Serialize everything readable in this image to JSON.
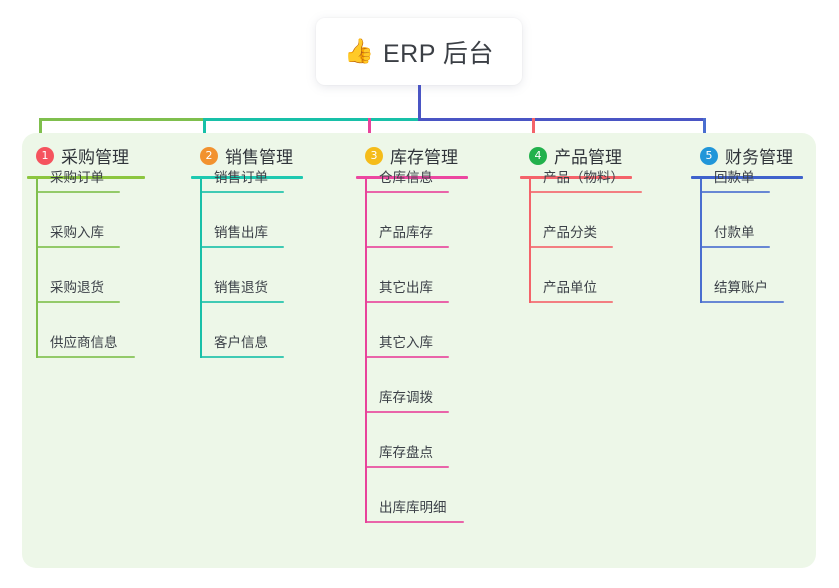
{
  "title": {
    "icon": "thumbs-up",
    "icon_glyph": "👍",
    "text": "ERP 后台"
  },
  "panel": {
    "background": "#edf7e8"
  },
  "connector": {
    "root_color": "#4a55c4",
    "segments": [
      {
        "color": "#7fbf4d"
      },
      {
        "color": "#18c0a8"
      },
      {
        "color": "#4a55c4"
      }
    ]
  },
  "columns": [
    {
      "index": "1",
      "badge": "1",
      "badge_color": "#f5535e",
      "title": "采购管理",
      "color": "#7fbf4d",
      "rule_color": "#8cc63f",
      "items": [
        {
          "label": "采购订单"
        },
        {
          "label": "采购入库"
        },
        {
          "label": "采购退货"
        },
        {
          "label": "供应商信息"
        }
      ]
    },
    {
      "index": "2",
      "badge": "2",
      "badge_color": "#f2922f",
      "title": "销售管理",
      "color": "#18c0a8",
      "rule_color": "#1ec9b0",
      "items": [
        {
          "label": "销售订单"
        },
        {
          "label": "销售出库"
        },
        {
          "label": "销售退货"
        },
        {
          "label": "客户信息"
        }
      ]
    },
    {
      "index": "3",
      "badge": "3",
      "badge_color": "#f5bc1a",
      "title": "库存管理",
      "color": "#e8439b",
      "rule_color": "#ec47a0",
      "items": [
        {
          "label": "仓库信息"
        },
        {
          "label": "产品库存"
        },
        {
          "label": "其它出库"
        },
        {
          "label": "其它入库"
        },
        {
          "label": "库存调拨"
        },
        {
          "label": "库存盘点"
        },
        {
          "label": "出库库明细"
        }
      ]
    },
    {
      "index": "4",
      "badge": "4",
      "badge_color": "#22b14c",
      "title": "产品管理",
      "color": "#f4636a",
      "rule_color": "#f4636a",
      "items": [
        {
          "label": "产品（物料）"
        },
        {
          "label": "产品分类"
        },
        {
          "label": "产品单位"
        }
      ]
    },
    {
      "index": "5",
      "badge": "5",
      "badge_color": "#2196d9",
      "title": "财务管理",
      "color": "#4a6ed0",
      "rule_color": "#3f62cc",
      "items": [
        {
          "label": "回款单"
        },
        {
          "label": "付款单"
        },
        {
          "label": "结算账户"
        }
      ]
    }
  ]
}
